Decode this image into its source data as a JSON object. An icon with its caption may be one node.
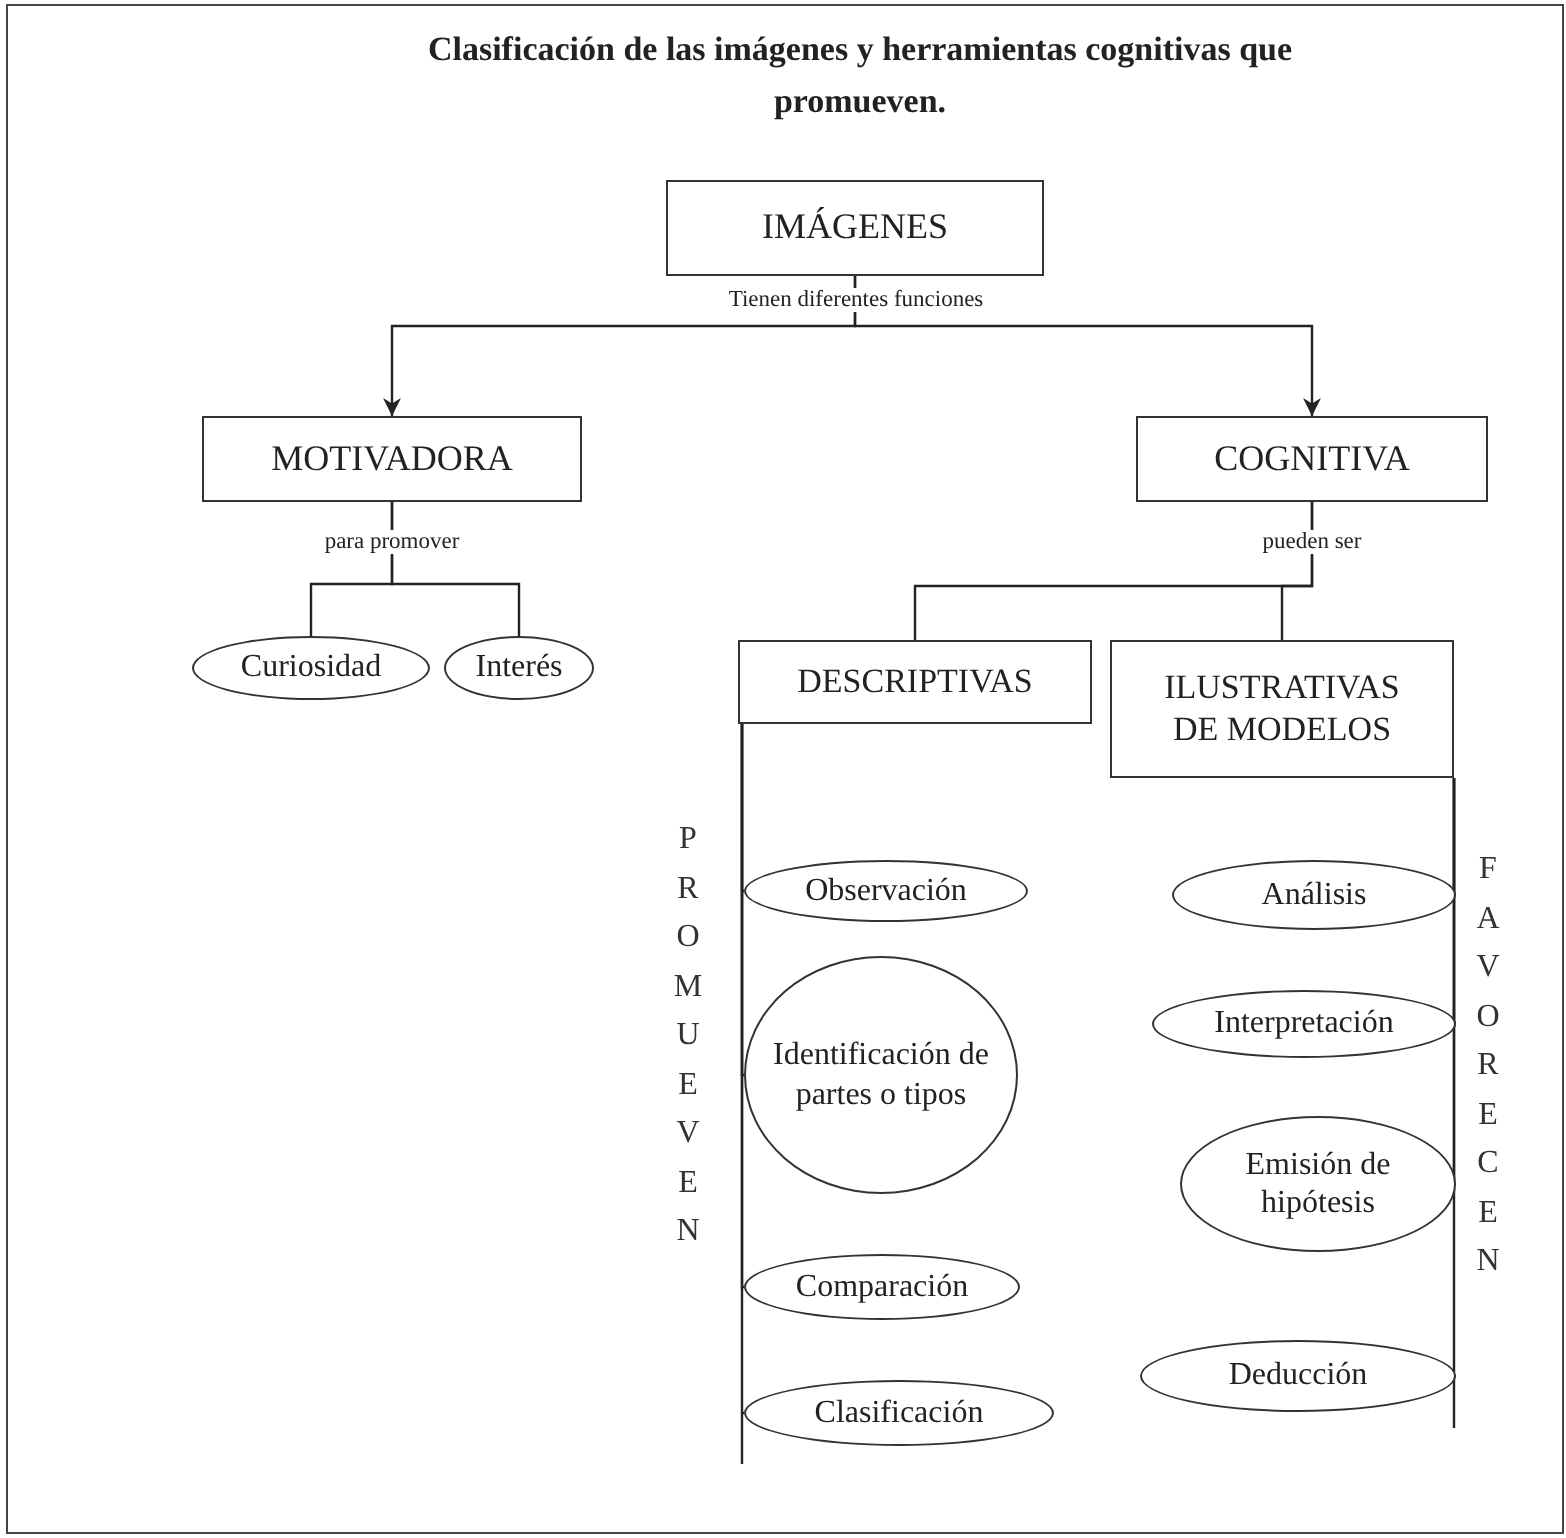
{
  "diagram": {
    "title": "Clasificación de las imágenes y herramientas cognitivas que promueven.",
    "nodes": [
      {
        "text": [
          "IMÁGENES"
        ]
      },
      {
        "text": [
          "MOTIVADORA"
        ]
      },
      {
        "text": [
          "COGNITIVA"
        ]
      },
      {
        "text": [
          "Curiosidad"
        ]
      },
      {
        "text": [
          "Interés"
        ]
      },
      {
        "text": [
          "DESCRIPTIVAS"
        ]
      },
      {
        "text": [
          "ILUSTRATIVAS DE MODELOS"
        ]
      },
      {
        "text": [
          "Observación"
        ]
      },
      {
        "text": [
          "Identificación de partes o tipos"
        ]
      },
      {
        "text": [
          "Comparación"
        ]
      },
      {
        "text": [
          "Clasificación"
        ]
      },
      {
        "text": [
          "Análisis"
        ]
      },
      {
        "text": [
          "Interpretación"
        ]
      },
      {
        "text": [
          "Emisión de hipótesis"
        ]
      },
      {
        "text": [
          "Deducción"
        ]
      }
    ],
    "edges": [
      {
        "from": 0,
        "to": 1,
        "arrow": "to",
        "label": "Tienen diferentes funciones"
      },
      {
        "from": 0,
        "to": 2,
        "arrow": "to"
      },
      {
        "from": 1,
        "to": 3,
        "arrow": "none",
        "label": "para promover"
      },
      {
        "from": 1,
        "to": 4,
        "arrow": "none"
      },
      {
        "from": 2,
        "to": 5,
        "arrow": "none",
        "label": "pueden ser"
      },
      {
        "from": 2,
        "to": 6,
        "arrow": "none"
      },
      {
        "from": 5,
        "to": 7,
        "arrow": "none",
        "label": "PROMUEVEN"
      },
      {
        "from": 5,
        "to": 8,
        "arrow": "none"
      },
      {
        "from": 5,
        "to": 9,
        "arrow": "none"
      },
      {
        "from": 5,
        "to": 10,
        "arrow": "none"
      },
      {
        "from": 6,
        "to": 11,
        "arrow": "none",
        "label": "FAVORECEN"
      },
      {
        "from": 6,
        "to": 12,
        "arrow": "none"
      },
      {
        "from": 6,
        "to": 13,
        "arrow": "none"
      },
      {
        "from": 6,
        "to": 14,
        "arrow": "none"
      }
    ]
  }
}
